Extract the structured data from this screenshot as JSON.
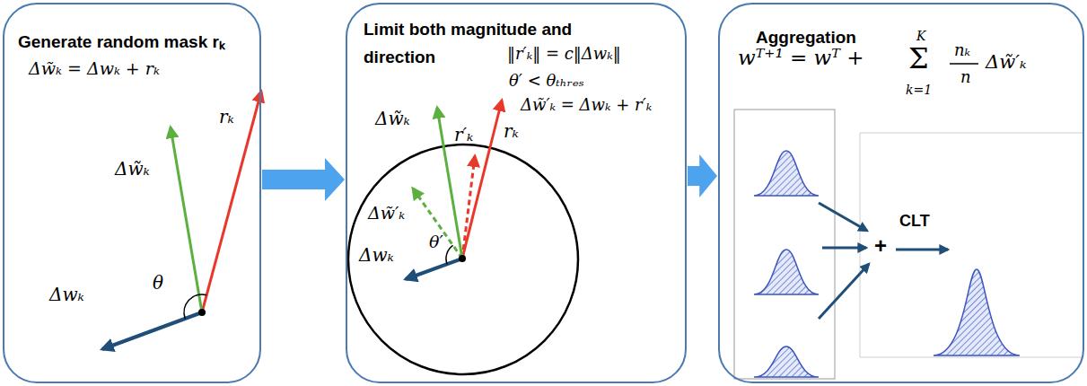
{
  "diagram": {
    "nodes": [
      {
        "text": [
          "Generate random mask rₖ",
          "Δw̃ₖ = Δwₖ + rₖ"
        ]
      },
      {
        "text": [
          "Limit both magnitude and direction",
          "‖r′ₖ‖ = c‖Δwₖ‖",
          "θ′ < θₜₕᵣₑₛ",
          "Δw̃′ₖ = Δwₖ + r′ₖ"
        ]
      },
      {
        "text": [
          "Aggregation",
          "wᵀ⁺¹ = wᵀ +",
          "K",
          "Σ",
          "k=1",
          "nₖ",
          "n",
          "Δw̃′ₖ"
        ]
      }
    ],
    "edges": [
      {
        "from": 0,
        "to": 1,
        "arrow": "to"
      },
      {
        "from": 1,
        "to": 2,
        "arrow": "to"
      }
    ],
    "labels": [
      "rₖ",
      "Δw̃ₖ",
      "Δwₖ",
      "θ",
      "rₖ",
      "r′ₖ",
      "Δw̃ₖ",
      "Δw̃′ₖ",
      "Δwₖ",
      "θ′",
      "+",
      "CLT"
    ]
  }
}
